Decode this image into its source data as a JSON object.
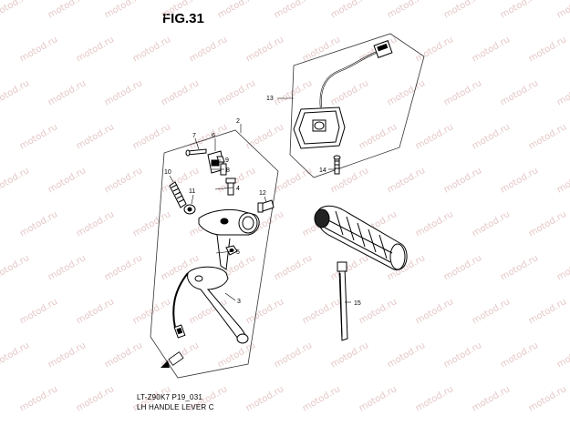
{
  "figure": {
    "title": "FIG.31"
  },
  "footer": {
    "code": "LT-Z90K7 P19_031",
    "caption": "LH HANDLE LEVER C"
  },
  "watermark": {
    "text": "motod.ru",
    "color": "#e6c8c8"
  },
  "callouts": [
    "2",
    "3",
    "4",
    "5",
    "6",
    "7",
    "8",
    "9",
    "10",
    "11",
    "12",
    "13",
    "14",
    "15"
  ],
  "colors": {
    "ink": "#000000",
    "panel_stroke": "#333333"
  }
}
